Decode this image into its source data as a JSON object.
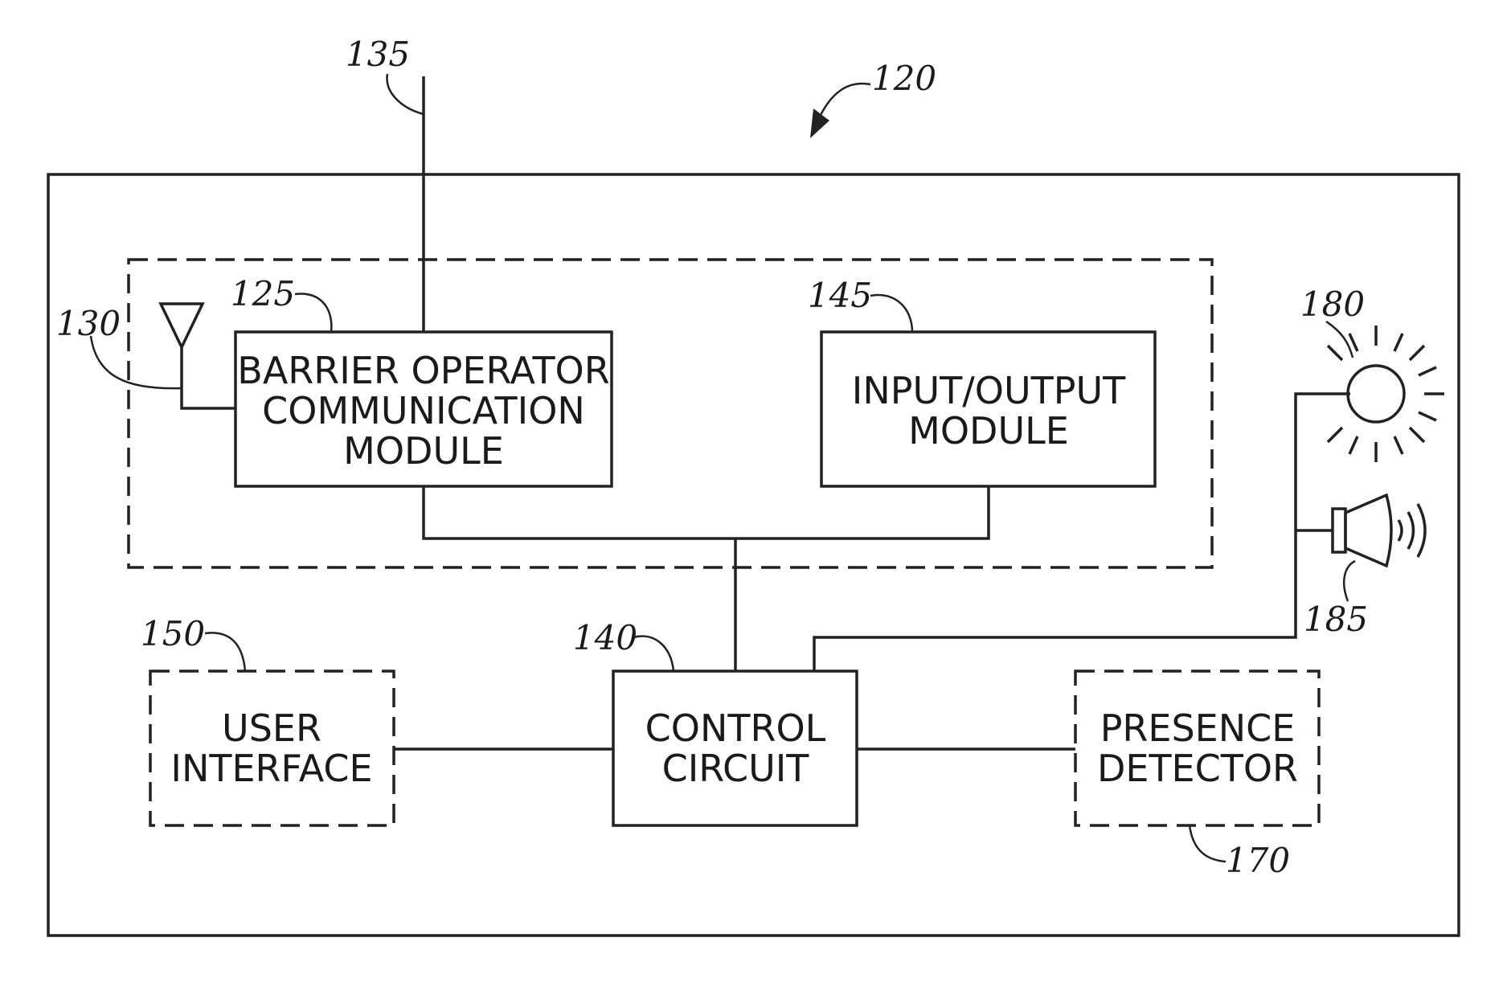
{
  "refs": {
    "r135": "135",
    "r120": "120",
    "r125": "125",
    "r130": "130",
    "r145": "145",
    "r180": "180",
    "r185": "185",
    "r150": "150",
    "r140": "140",
    "r170": "170"
  },
  "blocks": {
    "barrier_module": {
      "line1": "BARRIER OPERATOR",
      "line2": "COMMUNICATION",
      "line3": "MODULE"
    },
    "io_module": {
      "line1": "INPUT/OUTPUT",
      "line2": "MODULE"
    },
    "user_interface": {
      "line1": "USER",
      "line2": "INTERFACE"
    },
    "control_circuit": {
      "line1": "CONTROL",
      "line2": "CIRCUIT"
    },
    "presence_detector": {
      "line1": "PRESENCE",
      "line2": "DETECTOR"
    }
  },
  "icons": {
    "antenna": "antenna-icon",
    "light": "light-icon",
    "speaker": "speaker-icon",
    "arrow": "arrow-icon"
  }
}
